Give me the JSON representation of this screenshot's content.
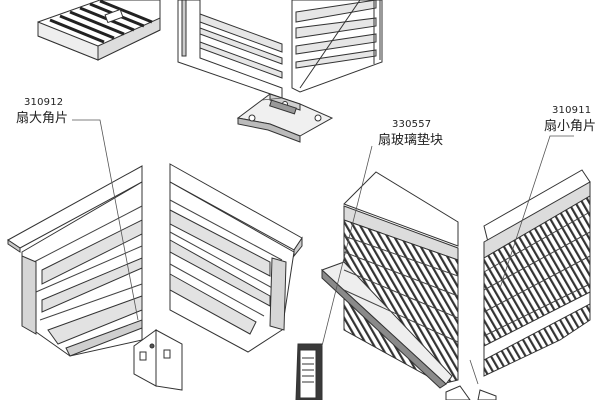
{
  "labels": {
    "part_310912": {
      "code": "310912",
      "name": "扇大角片"
    },
    "part_330557": {
      "code": "330557",
      "name": "扇玻璃垫块"
    },
    "part_310911": {
      "code": "310911",
      "name": "扇小角片"
    }
  },
  "colors": {
    "line": "#333333",
    "fill": "#ffffff",
    "shade_light": "#e8e8e8",
    "shade_mid": "#bdbdbd",
    "shade_dark": "#5a5a5a"
  }
}
